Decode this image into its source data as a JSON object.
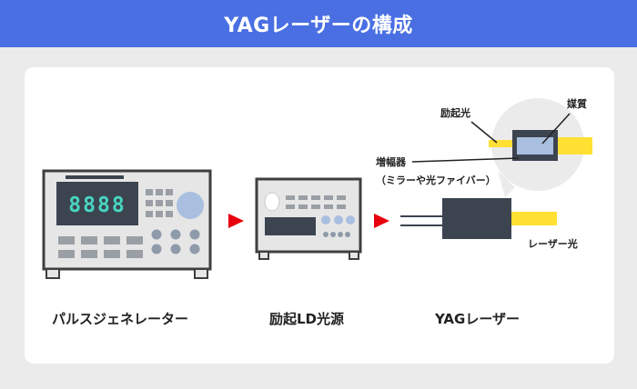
{
  "title": "YAGレーザーの構成",
  "labels": {
    "pulse_generator": "パルスジェネレーター",
    "ld_source": "励起LD光源",
    "yag_laser": "YAGレーザー"
  },
  "callouts": {
    "excitation_light": "励起光",
    "medium": "媒質",
    "amplifier": "増幅器",
    "amplifier_examples": "（ミラーや光ファイバー）",
    "laser_light": "レーザー光"
  },
  "pulse_generator_display": "8888",
  "colors": {
    "header": "#4a6fe3",
    "arrow": "#e8000e",
    "laser_yellow": "#ffe033",
    "panel_dark": "#3c4450",
    "device_body": "#e6e6e6",
    "knob_blue": "#a9bfe0"
  }
}
